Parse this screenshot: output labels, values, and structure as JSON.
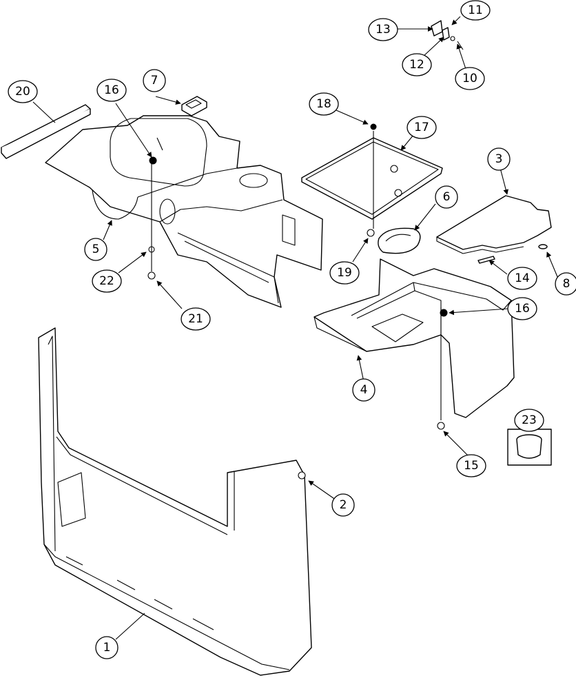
{
  "callouts": [
    "1",
    "2",
    "3",
    "4",
    "5",
    "6",
    "7",
    "8",
    "10",
    "11",
    "12",
    "13",
    "14",
    "15",
    "16",
    "16",
    "17",
    "18",
    "19",
    "20",
    "21",
    "22",
    "23"
  ]
}
